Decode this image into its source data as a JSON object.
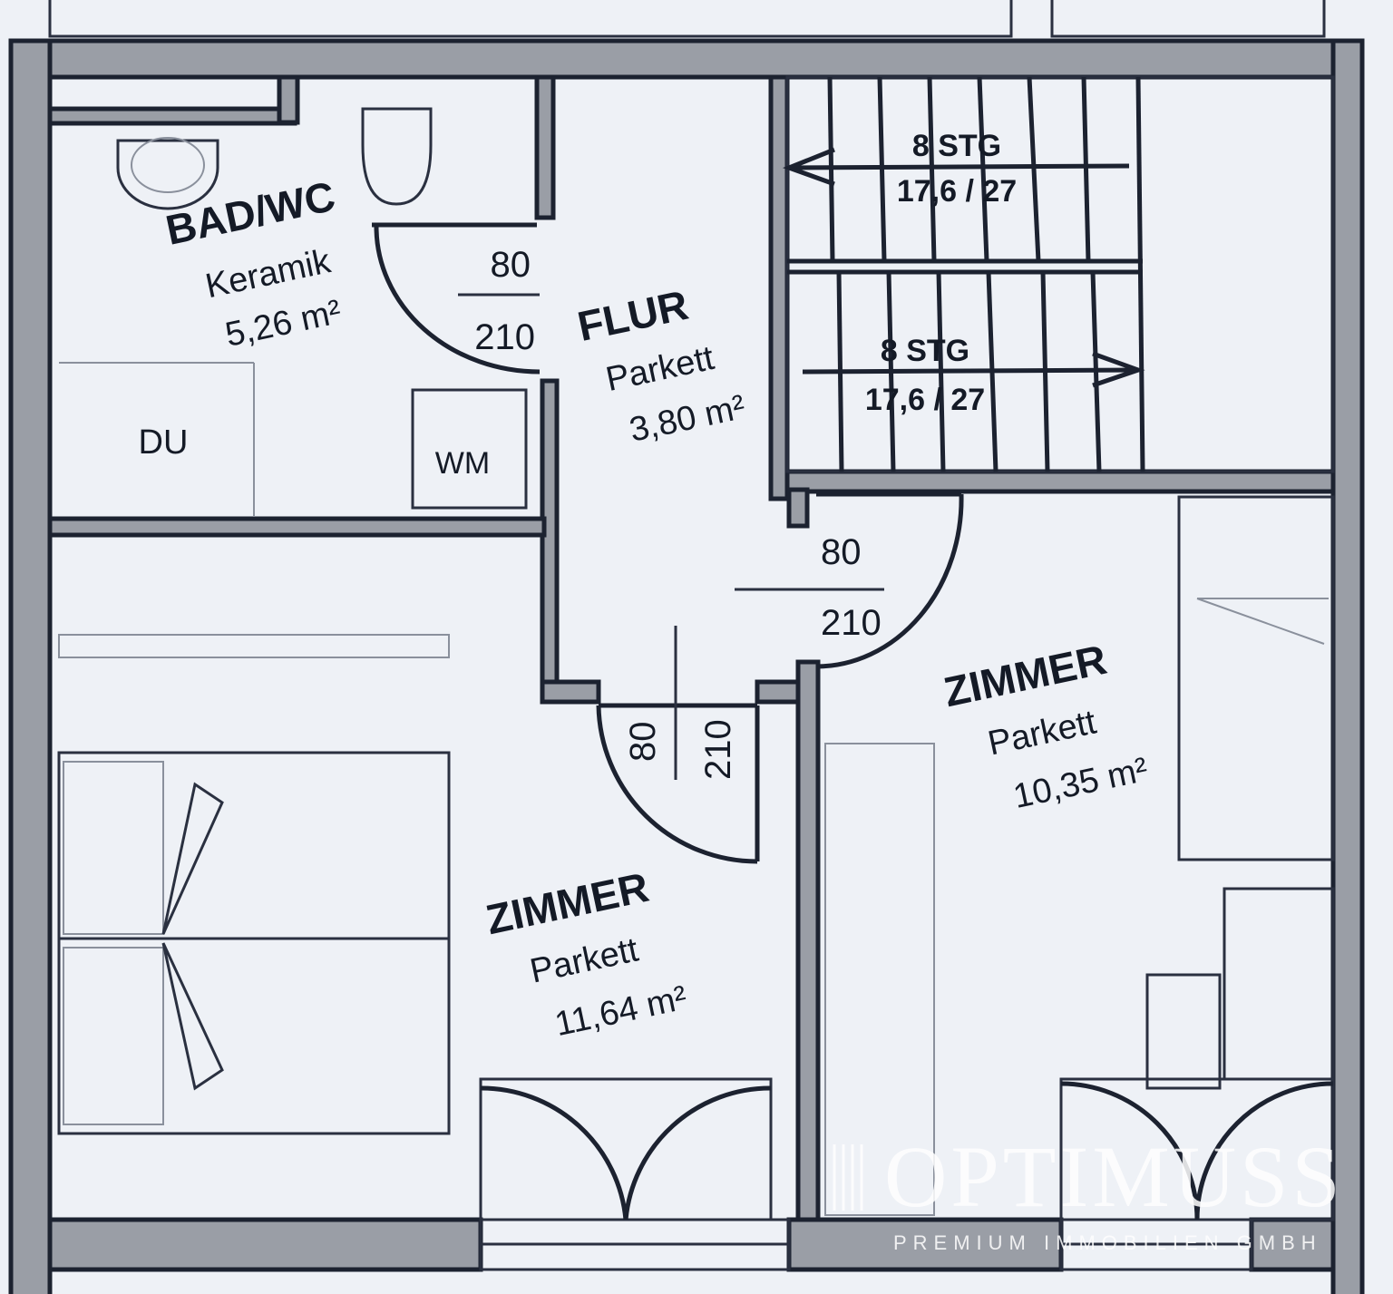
{
  "rooms": {
    "bath": {
      "name": "BAD/WC",
      "floor": "Keramik",
      "area": "5,26 m²"
    },
    "hall": {
      "name": "FLUR",
      "floor": "Parkett",
      "area": "3,80 m²"
    },
    "room_left": {
      "name": "ZIMMER",
      "floor": "Parkett",
      "area": "11,64 m²"
    },
    "room_right": {
      "name": "ZIMMER",
      "floor": "Parkett",
      "area": "10,35 m²"
    }
  },
  "fixtures": {
    "shower": "DU",
    "washer": "WM"
  },
  "doors": [
    {
      "width": "80",
      "height": "210"
    },
    {
      "width": "80",
      "height": "210"
    },
    {
      "width": "80",
      "height": "210"
    }
  ],
  "stairs": [
    {
      "steps": "8 STG",
      "ratio": "17,6 / 27"
    },
    {
      "steps": "8 STG",
      "ratio": "17,6 / 27"
    }
  ],
  "watermark": {
    "brand": "OPTIMUSS",
    "tagline": "PREMIUM IMMOBILIEN GMBH"
  }
}
